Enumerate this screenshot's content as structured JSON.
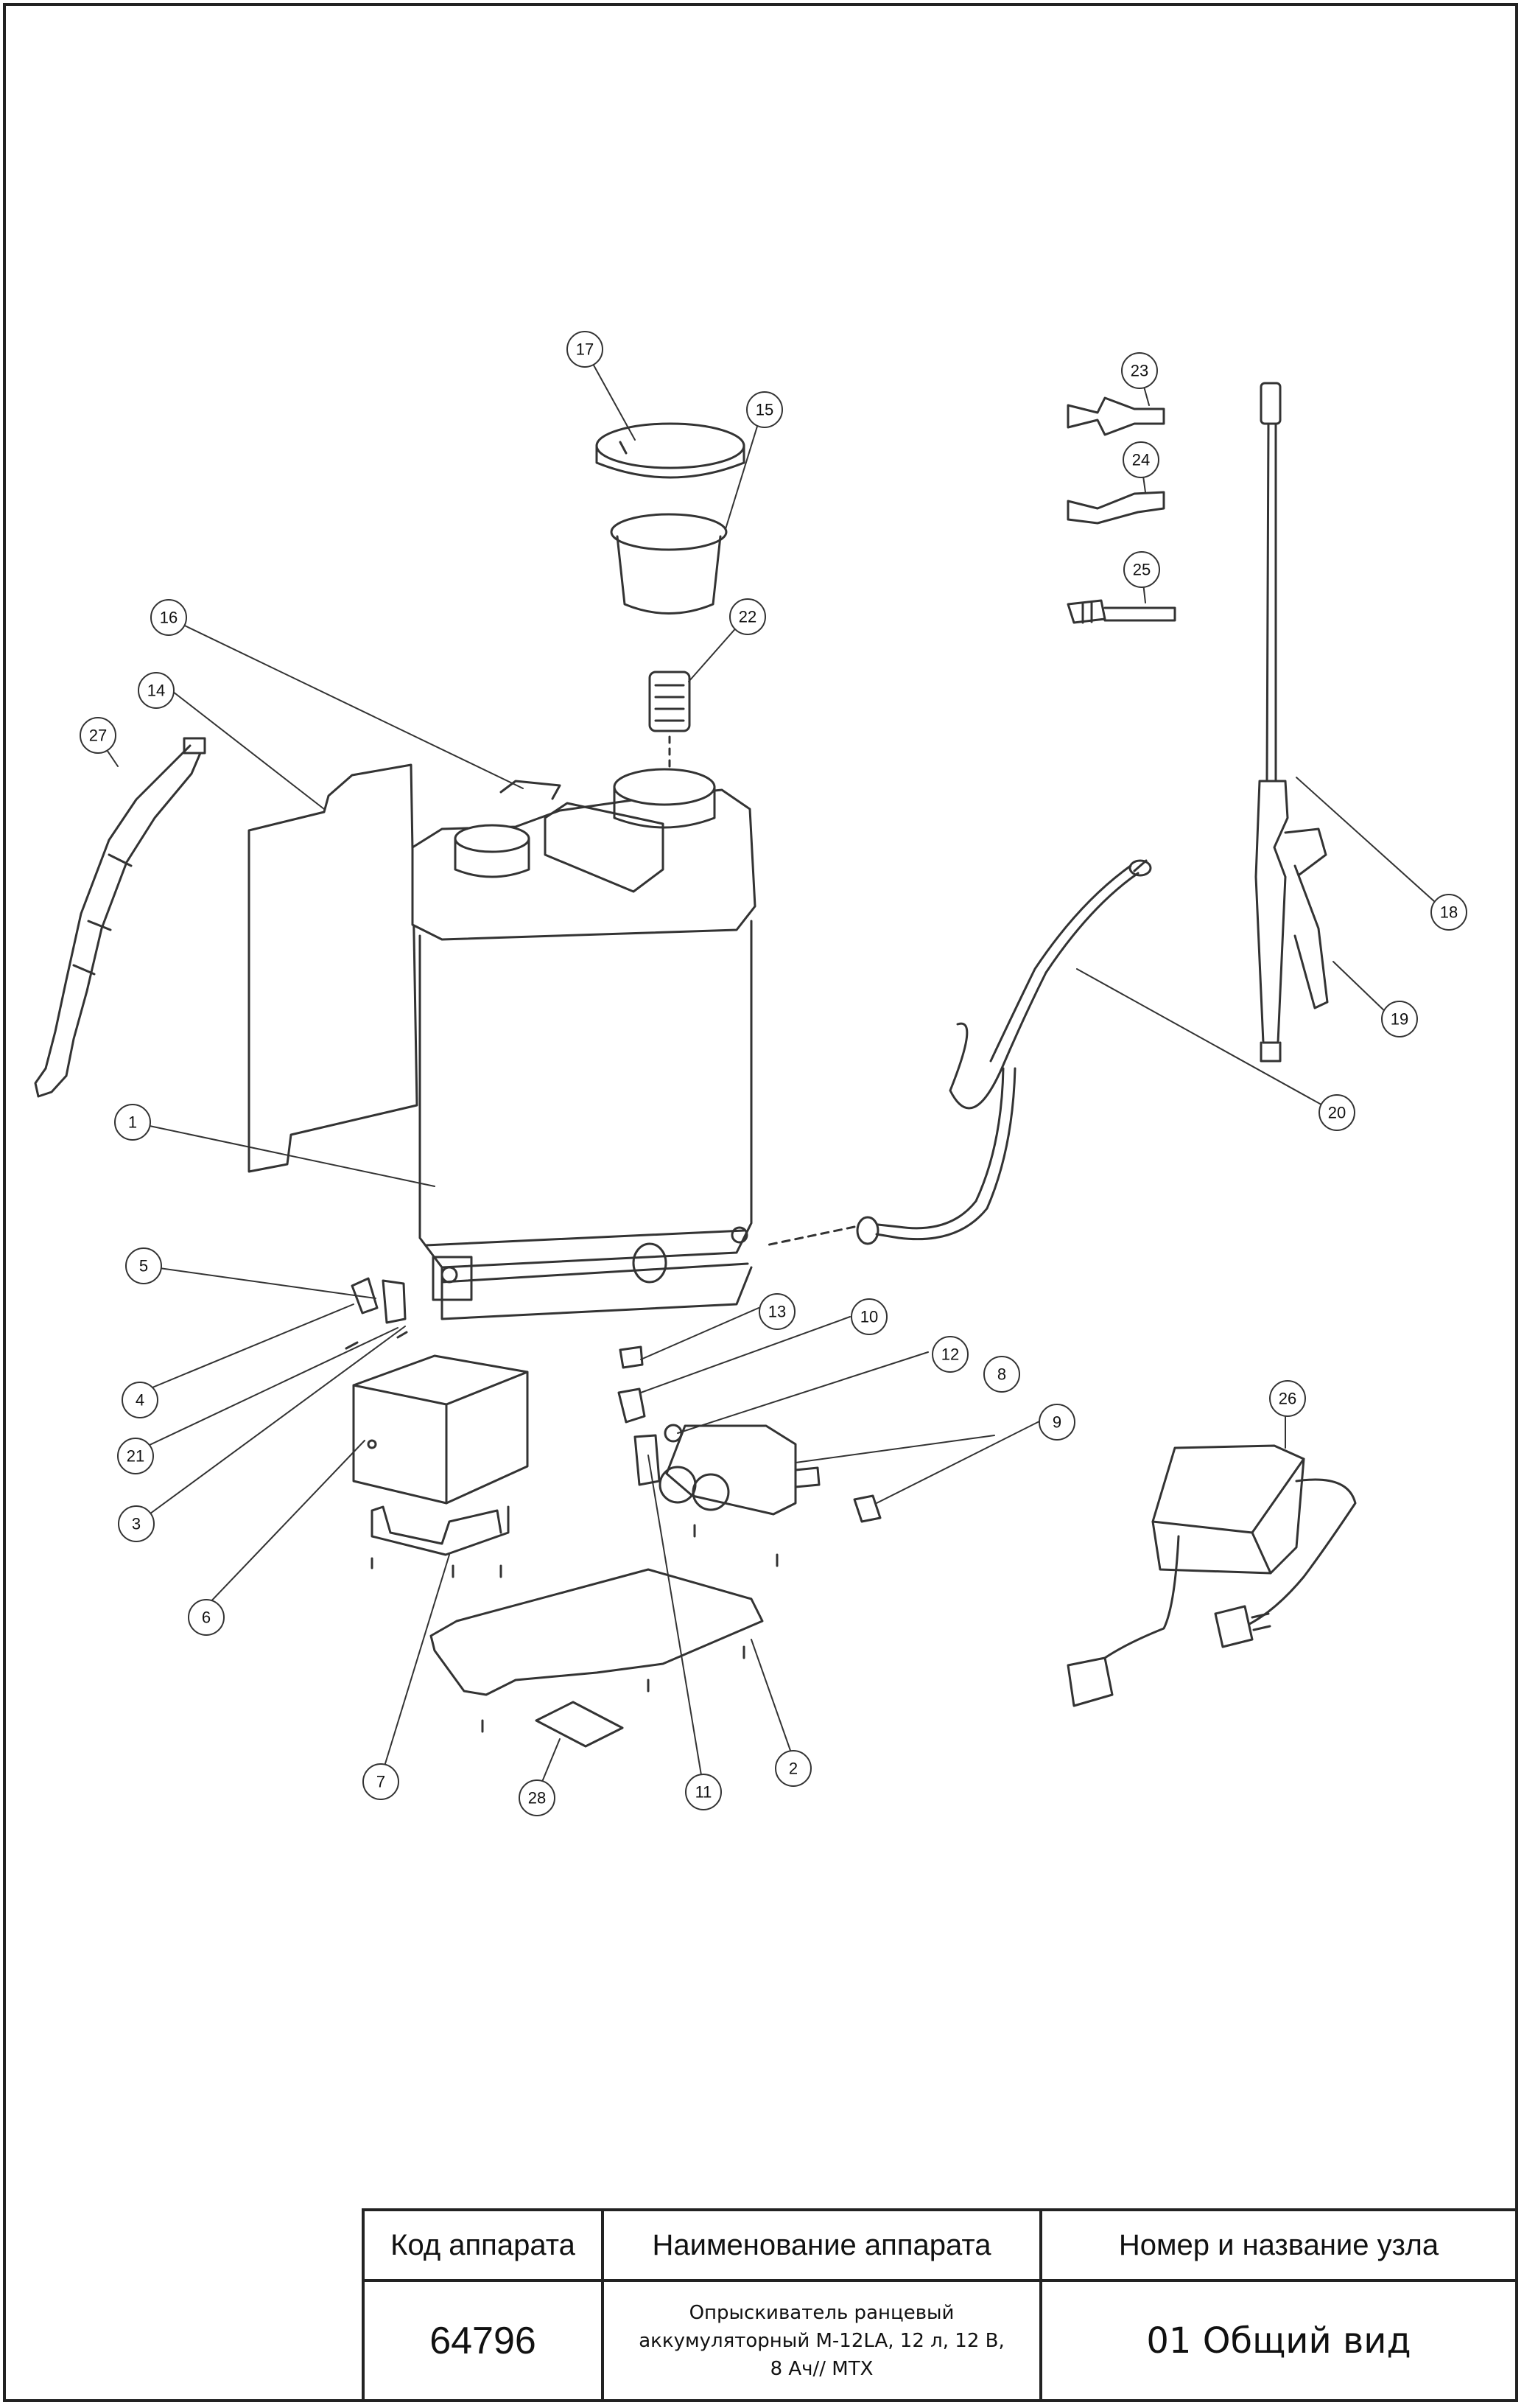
{
  "callouts": [
    "1",
    "2",
    "3",
    "4",
    "5",
    "6",
    "7",
    "8",
    "9",
    "10",
    "11",
    "12",
    "13",
    "14",
    "15",
    "16",
    "17",
    "18",
    "19",
    "20",
    "21",
    "22",
    "23",
    "24",
    "25",
    "26",
    "27",
    "28"
  ],
  "title_block": {
    "col1_header": "Код аппарата",
    "col2_header": "Наименование аппарата",
    "col3_header": "Номер и название узла",
    "code": "64796",
    "name_line1": "Опрыскиватель ранцевый",
    "name_line2": "аккумуляторный M-12LA, 12 л, 12 В,",
    "name_line3": "8 Ач// MTX",
    "unit": "01 Общий вид"
  }
}
